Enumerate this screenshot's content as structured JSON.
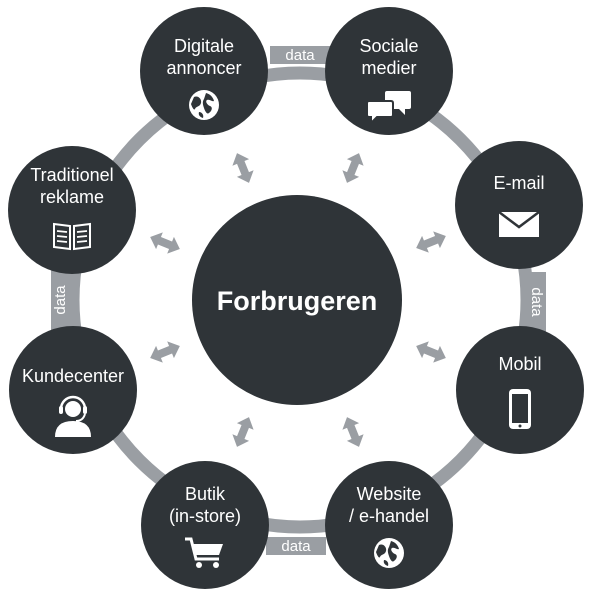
{
  "colors": {
    "node": "#2f3438",
    "ring": "#9a9ea3",
    "arrow": "#9a9ea3",
    "text": "#ffffff",
    "background": "#ffffff"
  },
  "center": {
    "label": "Forbrugeren"
  },
  "nodes": [
    {
      "id": "digitale-annoncer",
      "lines": [
        "Digitale",
        "annoncer"
      ],
      "icon": "globe-icon"
    },
    {
      "id": "sociale-medier",
      "lines": [
        "Sociale",
        "medier"
      ],
      "icon": "chat-bubbles-icon"
    },
    {
      "id": "e-mail",
      "lines": [
        "E-mail"
      ],
      "icon": "envelope-icon"
    },
    {
      "id": "mobil",
      "lines": [
        "Mobil"
      ],
      "icon": "smartphone-icon"
    },
    {
      "id": "website",
      "lines": [
        "Website",
        "/ e-handel"
      ],
      "icon": "globe-icon"
    },
    {
      "id": "butik",
      "lines": [
        "Butik",
        "(in-store)"
      ],
      "icon": "shopping-cart-icon"
    },
    {
      "id": "kundecenter",
      "lines": [
        "Kundecenter"
      ],
      "icon": "headset-agent-icon"
    },
    {
      "id": "traditionel-reklame",
      "lines": [
        "Traditionel",
        "reklame"
      ],
      "icon": "newspaper-icon"
    }
  ],
  "ring_labels": [
    {
      "id": "data-top",
      "text": "data"
    },
    {
      "id": "data-right",
      "text": "data"
    },
    {
      "id": "data-bottom",
      "text": "data"
    },
    {
      "id": "data-left",
      "text": "data"
    }
  ]
}
